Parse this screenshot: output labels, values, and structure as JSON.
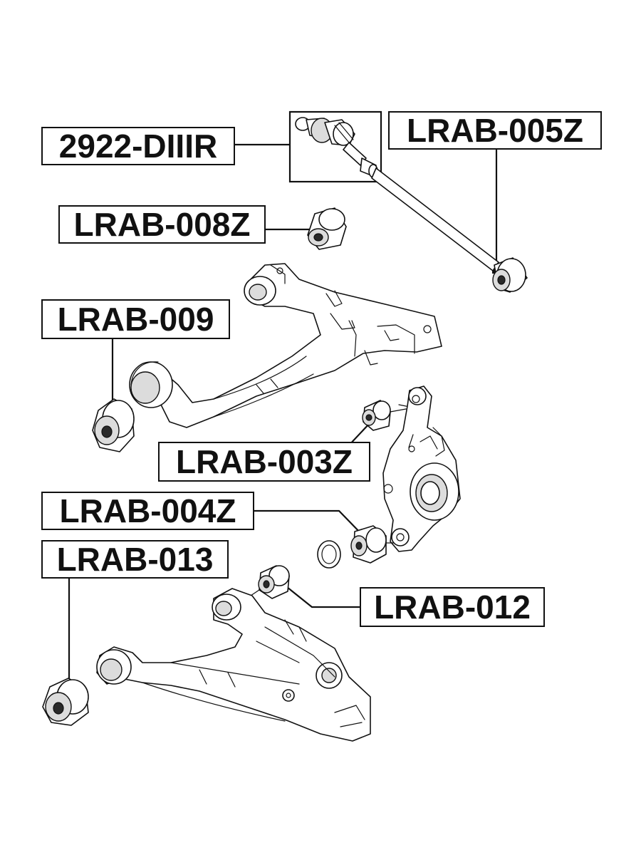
{
  "callouts": {
    "tie_rod": "2922-DIIIR",
    "trailing_arm_bushing": "LRAB-005Z",
    "upper_arm_front_bushing": "LRAB-008Z",
    "upper_arm_rear_bushing": "LRAB-009",
    "knuckle_upper_bushing": "LRAB-003Z",
    "knuckle_lower_bushing": "LRAB-004Z",
    "lower_arm_rear_bushing": "LRAB-013",
    "lower_arm_front_bushing": "LRAB-012"
  },
  "colors": {
    "line": "#111111",
    "background": "#ffffff",
    "bushing_fill": "#dcdcdc"
  }
}
